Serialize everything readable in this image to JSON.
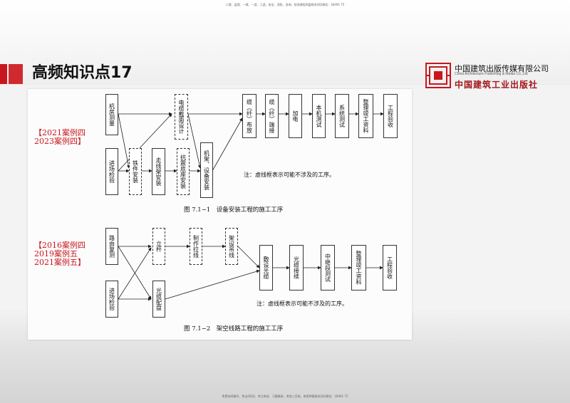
{
  "page": {
    "header_note": "二建、监理、一建、一造、二造、安全、消防、咨询、检测课程网盘联系QQ/微信：36491 75",
    "footer_note": "免费持续精华、免去同QQ、考点串讲、习题精讲、考前三页纸、绝密押题联系QQ/微信：36491 75",
    "title": "高频知识点17"
  },
  "publisher": {
    "name_cn": "中国建筑出版传媒有限公司",
    "name_en": "China Architecture Publishing & Media Co.,Ltd",
    "name_cn2": "中国建筑工业出版社"
  },
  "diagram1": {
    "case_labels": [
      "【2021案例四",
      "2023案例四】"
    ],
    "nodes": {
      "n1": "机房测量",
      "n2": "进场检验",
      "n3": "铁件安装",
      "n4": "电缆截面设计",
      "n5": "走线架安装",
      "n6": "抗震底座安装",
      "n7": "机架、设备安装",
      "n8": "缆（纤）布放",
      "n9": "缆（纤）端接",
      "n10": "加电",
      "n11": "本机测试",
      "n12": "系统测试",
      "n13": "整理竣工资料",
      "n14": "工程验收"
    },
    "note": "注：虚线框表示可能不涉及的工序。",
    "caption": "图 7.1−1　设备安装工程的施工工序"
  },
  "diagram2": {
    "case_labels": [
      "【2016案例四",
      "2019案例五",
      "2021案例五】"
    ],
    "nodes": {
      "m1": "路由复测",
      "m2": "进场检验",
      "m3": "立杆",
      "m4": "光缆配盘",
      "m5": "制作拉线",
      "m6": "架设吊线",
      "m7": "敷设光缆",
      "m8": "光缆接续",
      "m9": "中继段测试",
      "m10": "整理竣工资料",
      "m11": "工程验收"
    },
    "note": "注：虚线框表示可能不涉及的工序。",
    "caption": "图 7.1−2　架空线路工程的施工工序"
  }
}
